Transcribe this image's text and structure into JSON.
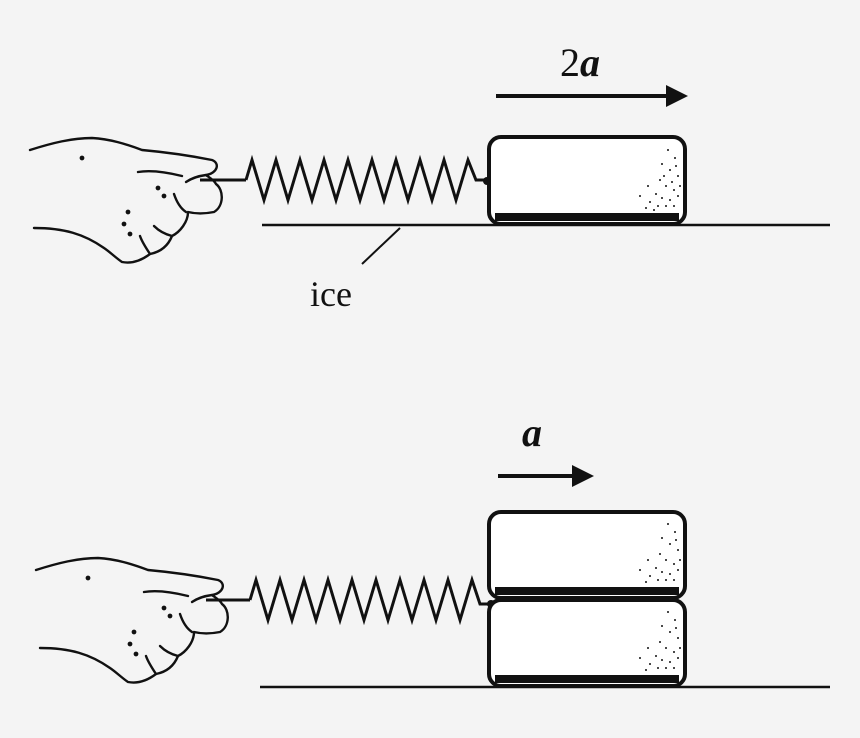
{
  "figure": {
    "top_scene": {
      "acceleration_coefficient": "2",
      "acceleration_symbol": "a",
      "surface_label": "ice",
      "block_count": 1
    },
    "bottom_scene": {
      "acceleration_coefficient": "",
      "acceleration_symbol": "a",
      "block_count": 2
    }
  },
  "colors": {
    "background": "#f4f4f4",
    "ink": "#111111",
    "block_fill": "#ffffff"
  }
}
